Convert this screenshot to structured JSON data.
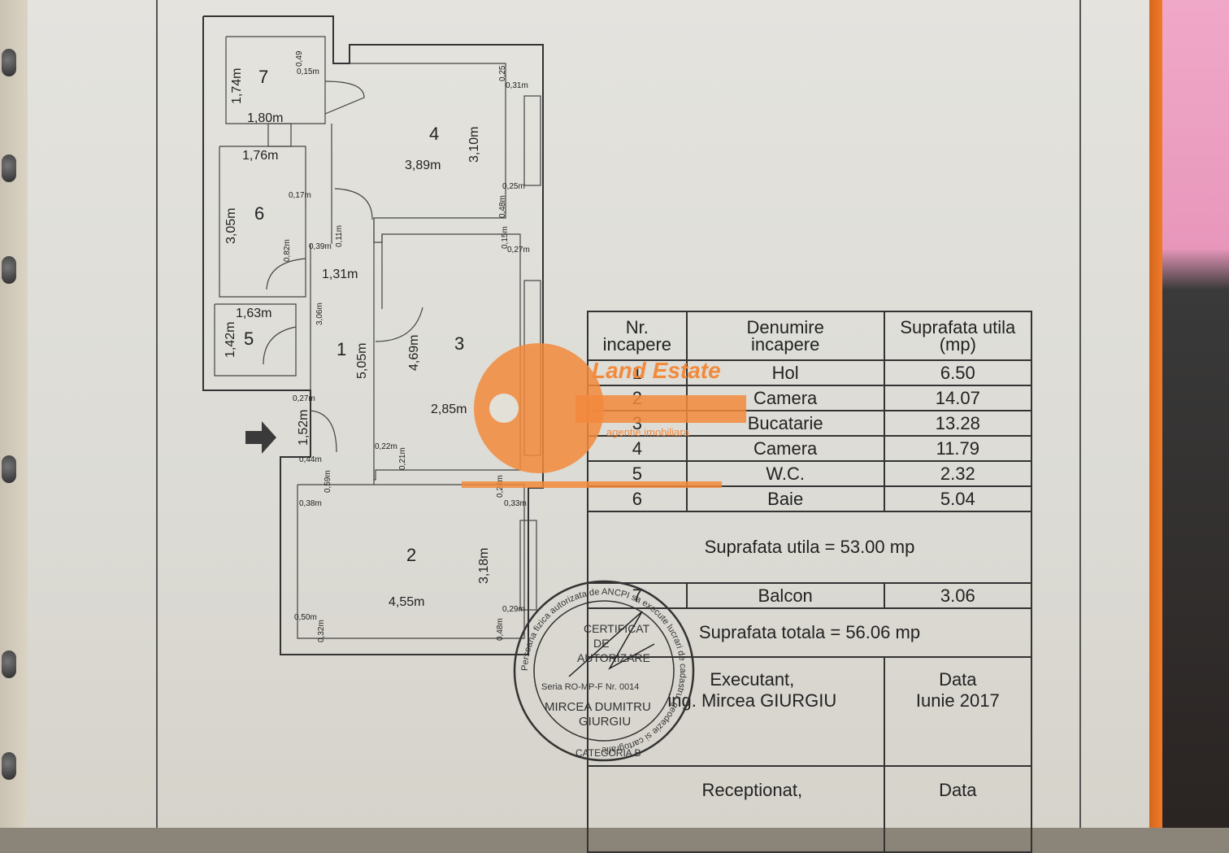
{
  "plan": {
    "rooms": [
      {
        "num": "7"
      },
      {
        "num": "4"
      },
      {
        "num": "6"
      },
      {
        "num": "5"
      },
      {
        "num": "1"
      },
      {
        "num": "3"
      },
      {
        "num": "2"
      }
    ],
    "dims": {
      "d174": "1,74m",
      "d180": "1,80m",
      "d049": "0,49",
      "d015": "0,15m",
      "d025": "0,25",
      "d031": "0,31m",
      "d310": "3,10m",
      "d389": "3,89m",
      "d176": "1,76m",
      "d305": "3,05m",
      "d017": "0,17m",
      "d131": "1,31m",
      "d025b": "0,25m",
      "d048": "0,48m",
      "d015b": "0,15m",
      "d027": "0,27m",
      "d039": "0,39m",
      "d082": "0,82m",
      "d011": "0,11m",
      "d163": "1,63m",
      "d142": "1,42m",
      "d306": "3,06m",
      "d505": "5,05m",
      "d469": "4,69m",
      "d285": "2,85m",
      "d027b": "0,27m",
      "d152": "1,52m",
      "d022": "0,22m",
      "d021": "0,21m",
      "d044": "0,44m",
      "d059": "0,59m",
      "d038": "0,38m",
      "d024": "0,24m",
      "d033": "0,33m",
      "d318": "3,18m",
      "d455": "4,55m",
      "d050": "0,50m",
      "d032": "0,32m",
      "d029": "0,29m",
      "d048b": "0,48m"
    }
  },
  "table": {
    "header": {
      "nr": "Nr.\nincapere",
      "name": "Denumire\nincapere",
      "area": "Suprafata utila\n(mp)"
    },
    "rows": [
      {
        "nr": "1",
        "name": "Hol",
        "area": "6.50"
      },
      {
        "nr": "2",
        "name": "Camera",
        "area": "14.07"
      },
      {
        "nr": "3",
        "name": "Bucatarie",
        "area": "13.28"
      },
      {
        "nr": "4",
        "name": "Camera",
        "area": "11.79"
      },
      {
        "nr": "5",
        "name": "W.C.",
        "area": "2.32"
      },
      {
        "nr": "6",
        "name": "Baie",
        "area": "5.04"
      }
    ],
    "useful_total": "Suprafata utila = 53.00 mp",
    "balcony": {
      "nr": "7",
      "name": "Balcon",
      "area": "3.06"
    },
    "grand_total": "Suprafata totala = 56.06 mp",
    "executant_label": "Executant,",
    "executant_name": "ing. Mircea  GIURGIU",
    "date_label": "Data",
    "date_value": "Iunie 2017",
    "received_label": "Receptionat,",
    "received_date_label": "Data"
  },
  "watermark": {
    "brand": "Land Estate",
    "sub": "agentie imobiliara",
    "color": "#f28a3c"
  },
  "stamp": {
    "ring_text": "Persoana fizica autorizata de ANCPI sa execute lucrari de cadastru, geodezie si cartografie",
    "line1": "CERTIFICAT",
    "line2": "DE",
    "line3": "AUTORIZARE",
    "line4": "Seria RO-MP-F Nr. 0014",
    "line5": "MIRCEA DUMITRU",
    "line6": "GIURGIU",
    "category": "CATEGORIA B"
  }
}
